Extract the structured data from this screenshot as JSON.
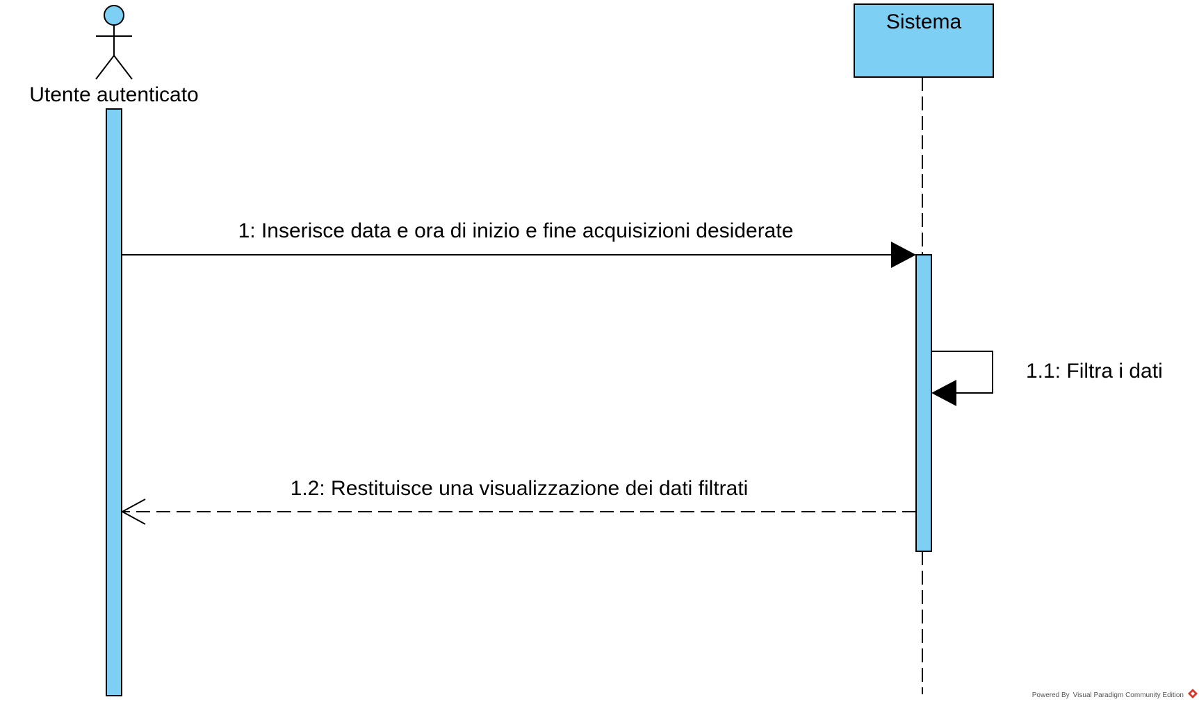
{
  "diagram": {
    "type": "sequence",
    "fill_color": "#7ecff4",
    "line_color": "#000000",
    "actor": {
      "label": "Utente autenticato",
      "shape": "stick-figure"
    },
    "lifeline": {
      "label": "Sistema",
      "shape": "box"
    },
    "messages": [
      {
        "id": "m1",
        "label": "1: Inserisce data e ora di inizio e fine acquisizioni desiderate",
        "from": "Utente autenticato",
        "to": "Sistema",
        "kind": "synchronous"
      },
      {
        "id": "m1_1",
        "label": "1.1: Filtra i dati",
        "from": "Sistema",
        "to": "Sistema",
        "kind": "self"
      },
      {
        "id": "m1_2",
        "label": "1.2: Restituisce una visualizzazione dei dati filtrati",
        "from": "Sistema",
        "to": "Utente autenticato",
        "kind": "return"
      }
    ]
  },
  "footer": {
    "text": "Powered By Visual Paradigm Community Edition",
    "icon": "visual-paradigm-logo-icon"
  }
}
